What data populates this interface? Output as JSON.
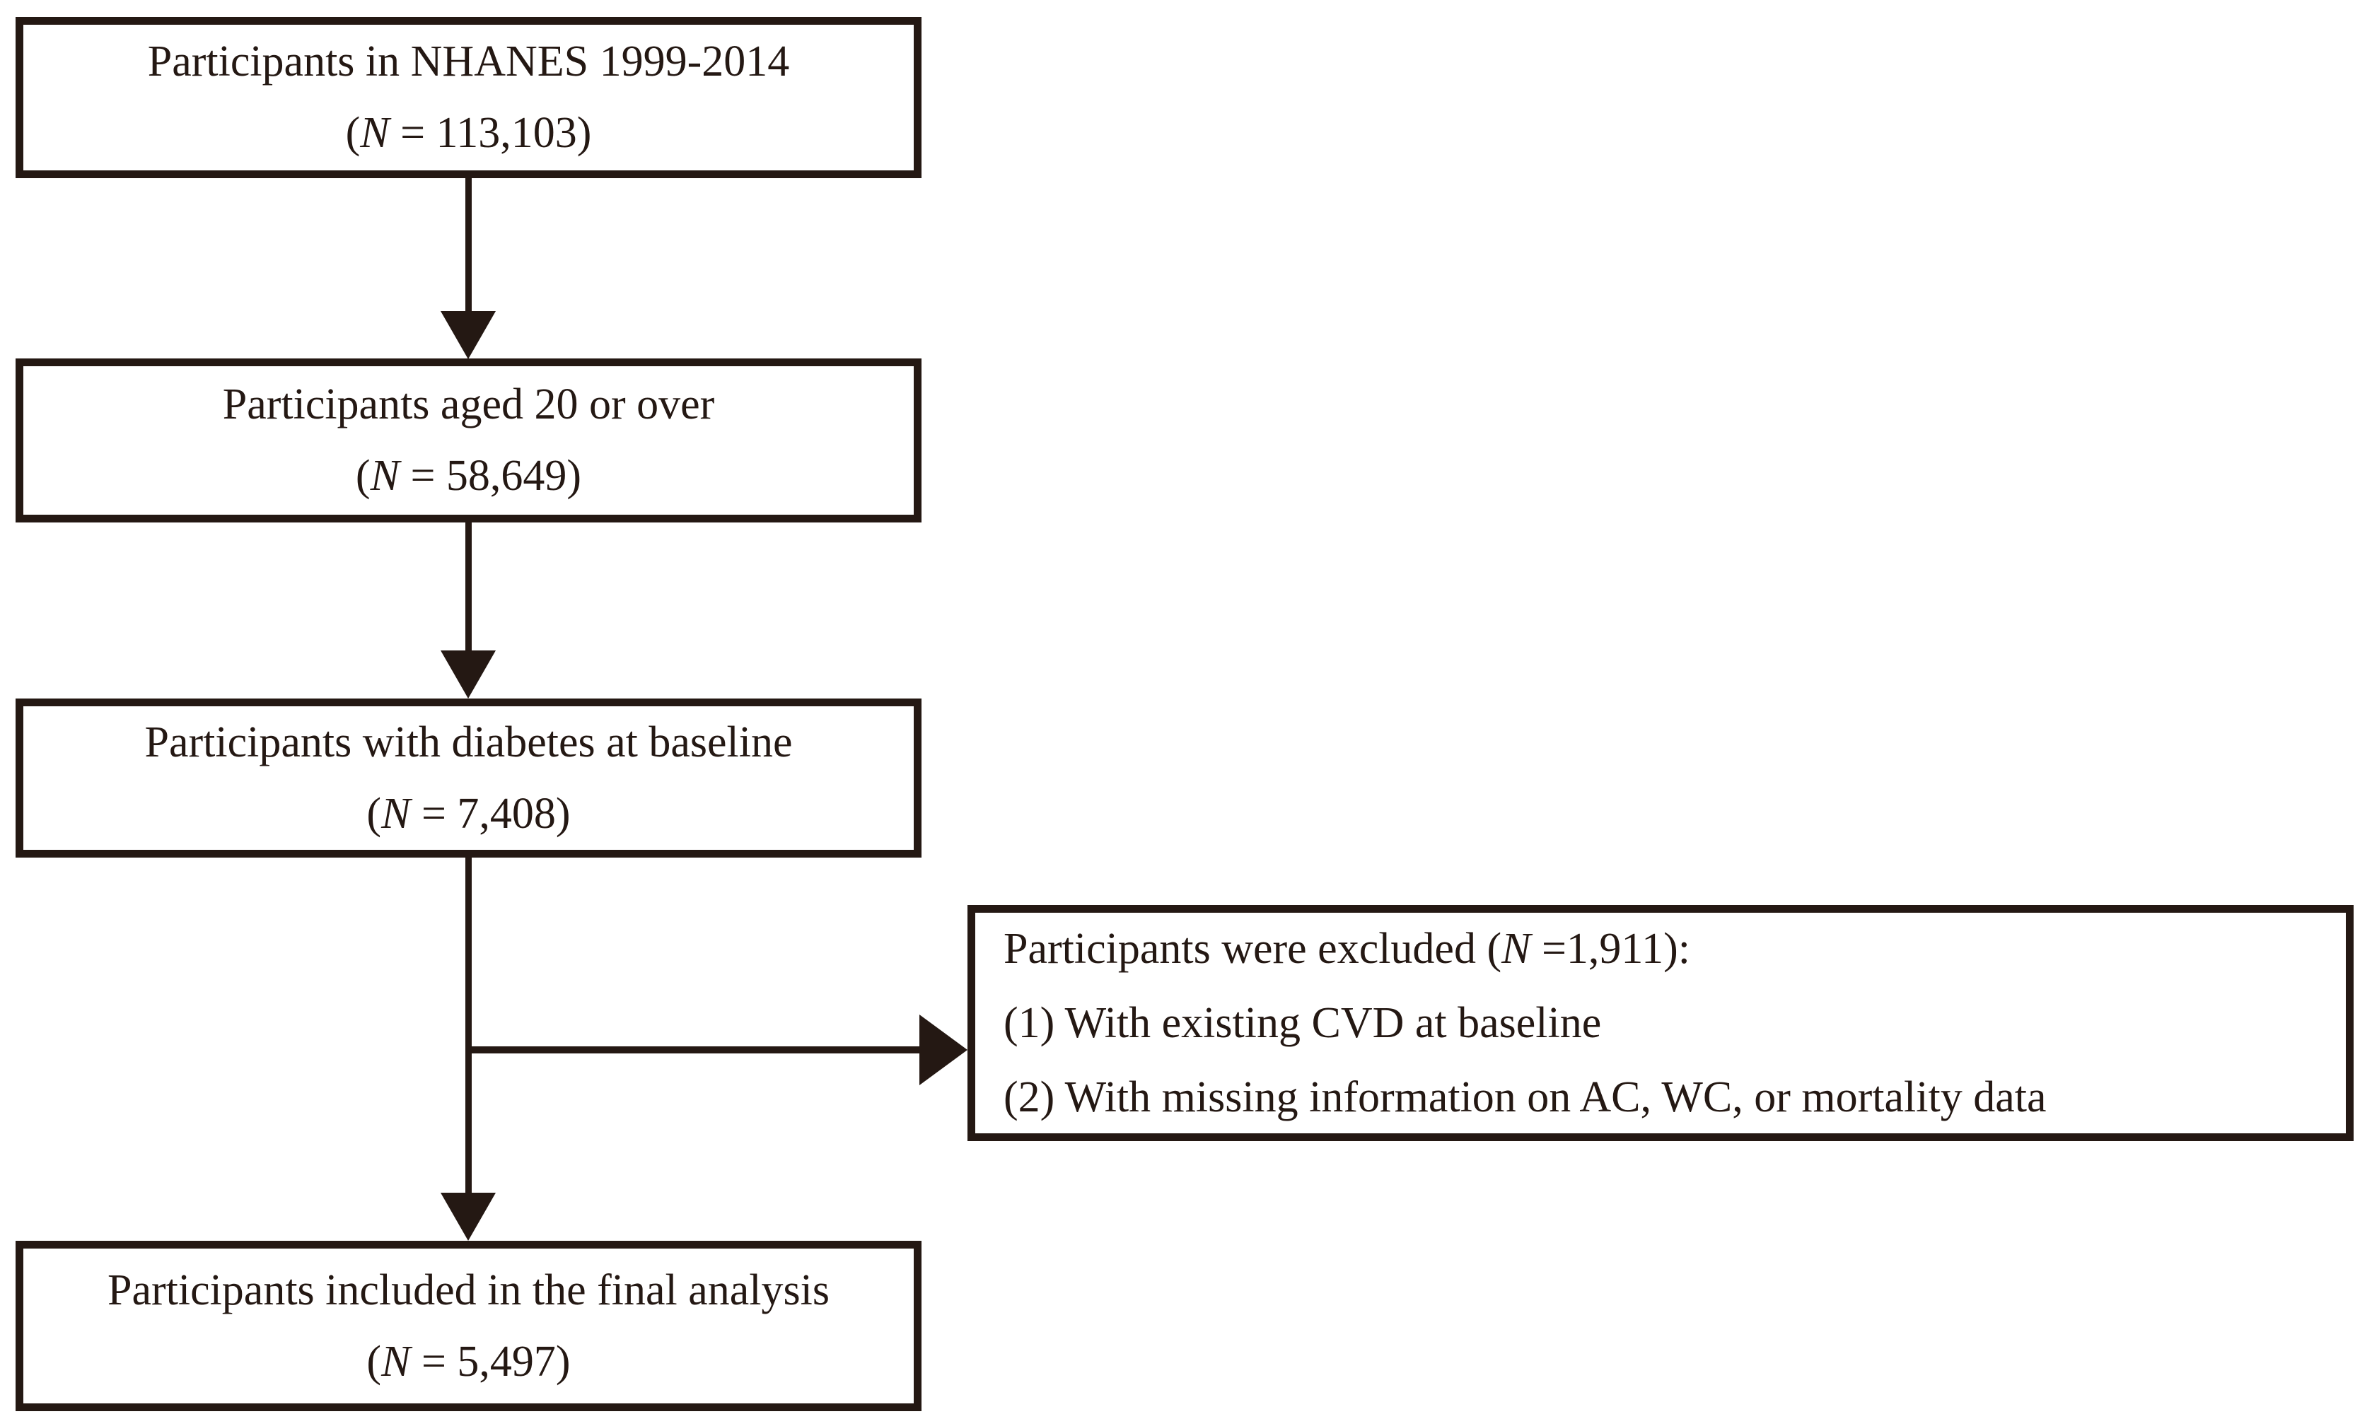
{
  "figure": {
    "ink_color": "#241813",
    "background_color": "#ffffff"
  },
  "boxes": [
    {
      "id": "nhanes",
      "line1": "Participants in NHANES 1999-2014",
      "count": {
        "open": "(",
        "n": "N",
        "rest": " = 113,103)"
      }
    },
    {
      "id": "aged-20-or-over",
      "line1": "Participants aged 20 or over",
      "count": {
        "open": "(",
        "n": "N",
        "rest": " = 58,649)"
      }
    },
    {
      "id": "diabetes-at-baseline",
      "line1": "Participants with diabetes at baseline",
      "count": {
        "open": "(",
        "n": "N",
        "rest": " = 7,408)"
      }
    },
    {
      "id": "final-analysis",
      "line1": "Participants included in the final analysis",
      "count": {
        "open": "(",
        "n": "N",
        "rest": " = 5,497)"
      }
    }
  ],
  "exclusion_box": {
    "header": {
      "pre": "Participants were excluded (",
      "n": "N",
      "post": " =1,911):"
    },
    "items": [
      "(1) With existing CVD at baseline",
      "(2) With missing information on AC, WC, or mortality data"
    ]
  }
}
